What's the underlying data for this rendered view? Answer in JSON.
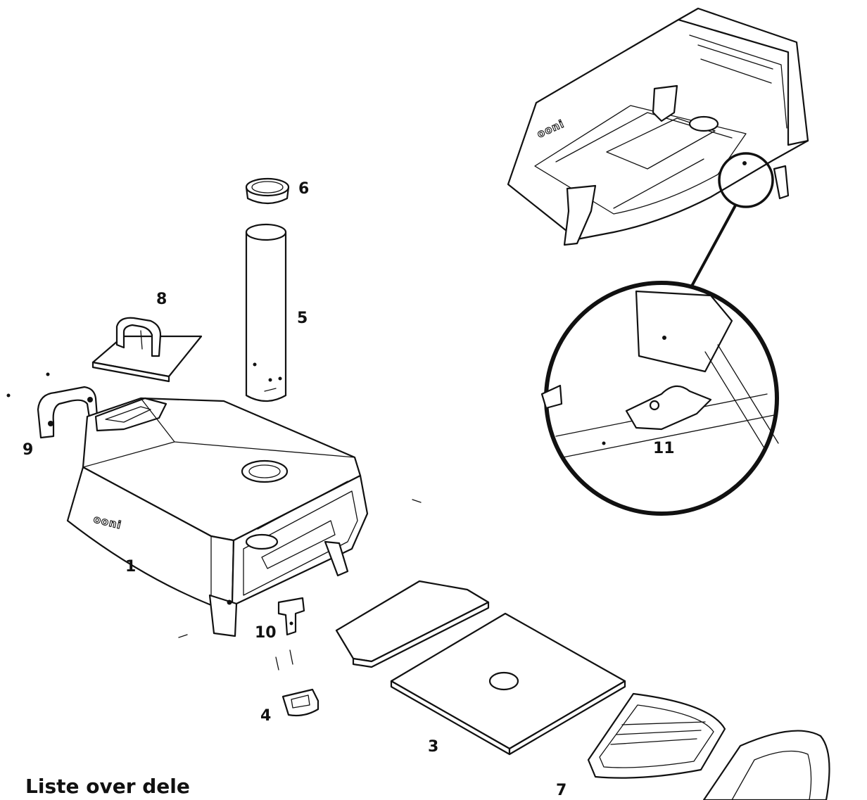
{
  "diagram": {
    "heading": "Liste over dele",
    "brand_mark": "ooni",
    "callouts": {
      "c1": "1",
      "c3": "3",
      "c4": "4",
      "c5": "5",
      "c6": "6",
      "c7": "7",
      "c8": "8",
      "c9": "9",
      "c10": "10",
      "c11": "11"
    }
  }
}
